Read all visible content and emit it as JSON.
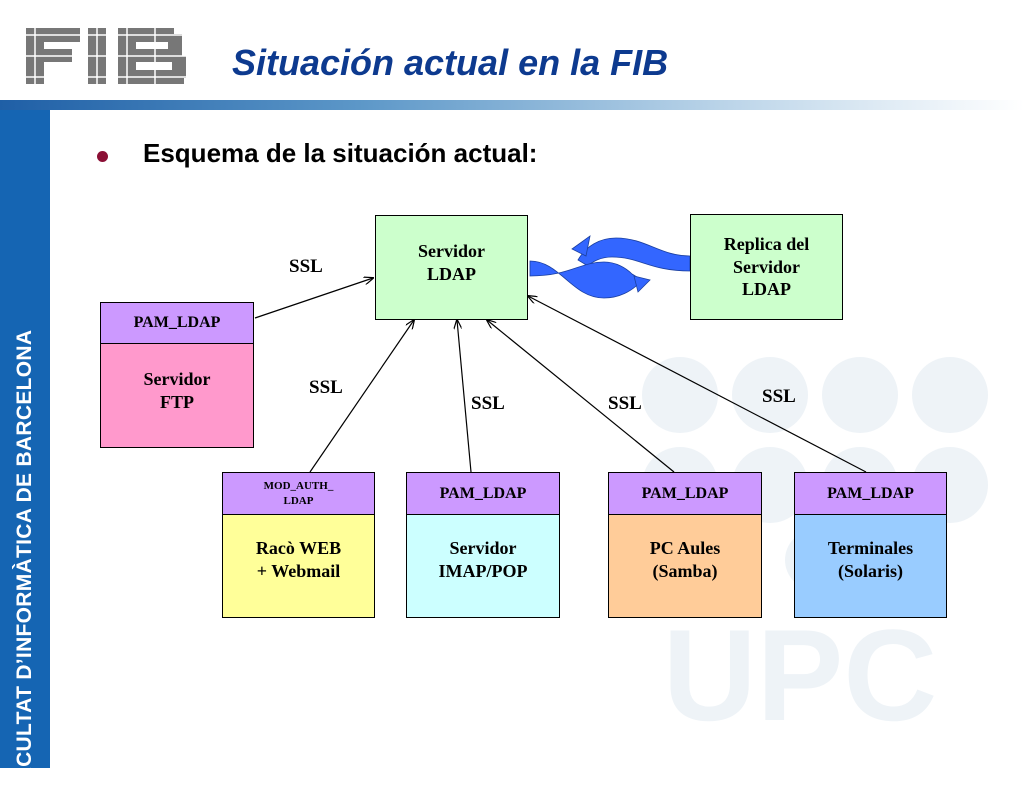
{
  "header": {
    "logo_text": "FIB",
    "title": "Situación actual en la FIB"
  },
  "sidebar": {
    "text": "FACULTAT D’INFORMÀTICA DE BARCELONA"
  },
  "content": {
    "bullet": "Esquema de la situación actual:"
  },
  "watermark": {
    "text": "UPC"
  },
  "colors": {
    "title": "#0d3a8f",
    "sidebar": "#1565b3",
    "bullet": "#8b0f35",
    "module_header": "#cc99ff",
    "ldap_server": "#ccffcc",
    "ftp_server": "#ff99cc",
    "web": "#ffff99",
    "imap": "#ccffff",
    "aules": "#ffcc99",
    "terminales": "#99ccff",
    "sync_arrow": "#3366ff"
  },
  "diagram": {
    "ldap_server": "Servidor\nLDAP",
    "replica": "Replica del\nServidor\nLDAP",
    "ftp": {
      "module": "PAM_LDAP",
      "server": "Servidor\nFTP"
    },
    "web": {
      "module": "MOD_AUTH_\nLDAP",
      "server": "Racò WEB\n+ Webmail"
    },
    "imap": {
      "module": "PAM_LDAP",
      "server": "Servidor\nIMAP/POP"
    },
    "aules": {
      "module": "PAM_LDAP",
      "server": "PC Aules\n(Samba)"
    },
    "terminales": {
      "module": "PAM_LDAP",
      "server": "Terminales\n(Solaris)"
    },
    "ssl_labels": [
      "SSL",
      "SSL",
      "SSL",
      "SSL",
      "SSL"
    ]
  }
}
